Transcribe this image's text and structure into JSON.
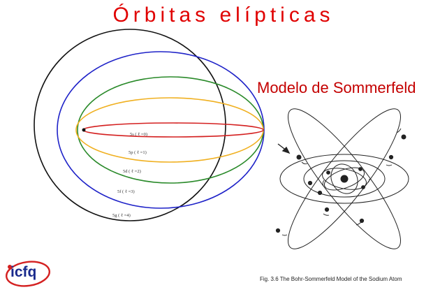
{
  "title": "Órbitas elípticas",
  "subtitle": "Modelo de Sommerfeld",
  "orbits": [
    {
      "label": "5s ( ℓ =0)",
      "color": "#d42020"
    },
    {
      "label": "5p ( ℓ =1)",
      "color": "#f0b020"
    },
    {
      "label": "5d ( ℓ =2)",
      "color": "#2a8a2a"
    },
    {
      "label": "5f ( ℓ =3)",
      "color": "#1e22c8"
    },
    {
      "label": "5g ( ℓ =4)",
      "color": "#111111"
    }
  ],
  "figure_caption": "Fig. 3.6 The Bohr-Sommerfeld Model of the Sodium Atom",
  "logo_text": "icfq"
}
